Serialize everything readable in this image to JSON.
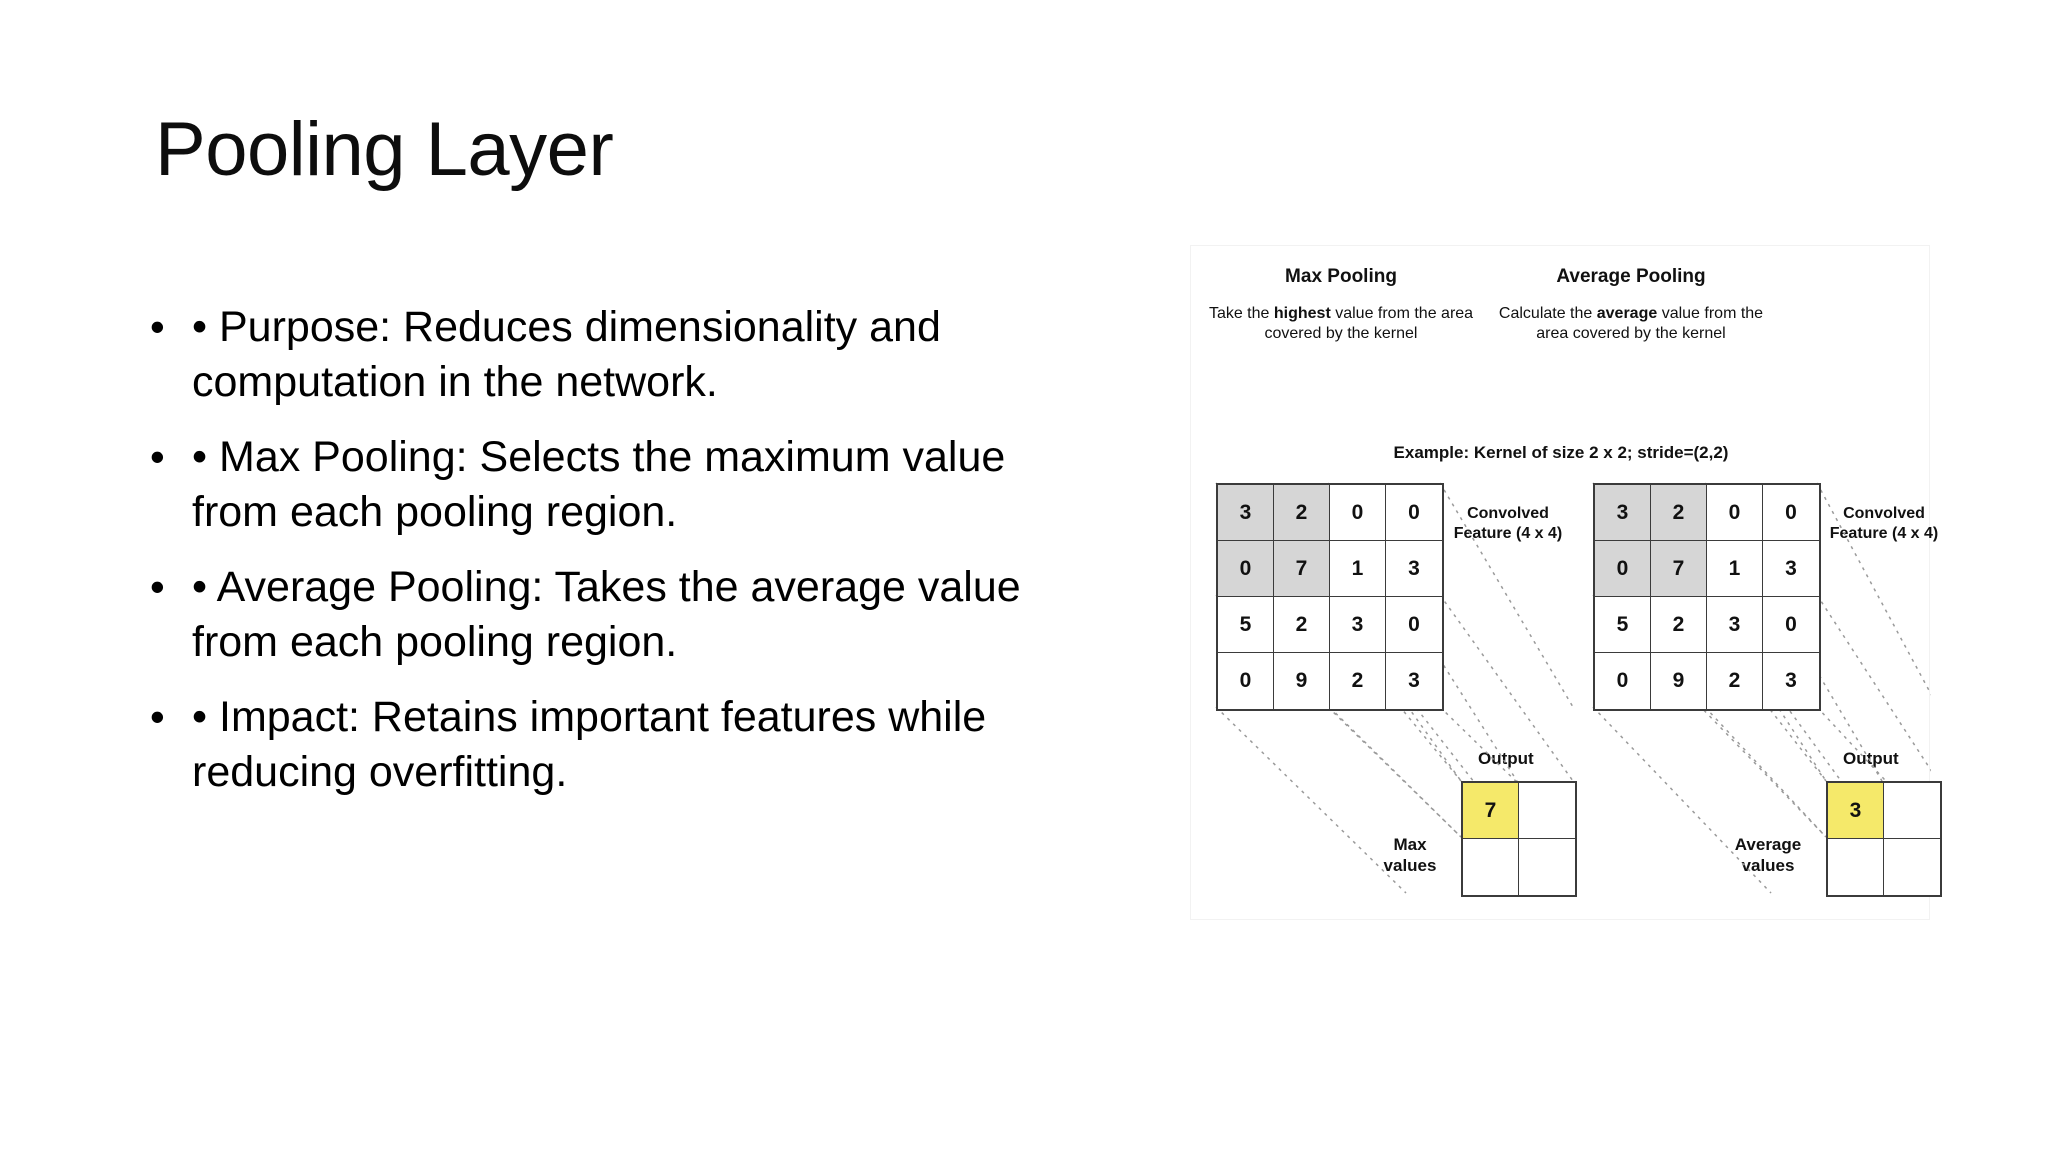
{
  "slide": {
    "title": "Pooling Layer",
    "bullet_marker": "•",
    "bullets": [
      "• Purpose: Reduces dimensionality and computation in the network.",
      "• Max Pooling: Selects the maximum value from each pooling region.",
      "• Average Pooling: Takes the average value from each pooling region.",
      "• Impact: Retains important features while reducing overfitting."
    ]
  },
  "figure": {
    "example_line": "Example:  Kernel of size 2 x 2;  stride=(2,2)",
    "colors": {
      "highlight": "#f5e96a",
      "shaded": "#d6d6d6",
      "border": "#3b3b3b"
    },
    "columns": [
      {
        "title": "Max Pooling",
        "desc_before": "Take the ",
        "desc_bold": "highest",
        "desc_after": " value from the area covered by the kernel",
        "conv_label": "Convolved Feature (4 x 4)",
        "output_label": "Output",
        "values_label": "Max values",
        "output_value": "7"
      },
      {
        "title": "Average Pooling",
        "desc_before": "Calculate the ",
        "desc_bold": "average",
        "desc_after": " value from the area covered by the kernel",
        "conv_label": "Convolved Feature (4 x 4)",
        "output_label": "Output",
        "values_label": "Average values",
        "output_value": "3"
      }
    ],
    "matrix": [
      [
        3,
        2,
        0,
        0
      ],
      [
        0,
        7,
        1,
        3
      ],
      [
        5,
        2,
        3,
        0
      ],
      [
        0,
        9,
        2,
        3
      ]
    ],
    "shaded_region": [
      [
        0,
        0
      ],
      [
        0,
        1
      ],
      [
        1,
        0
      ],
      [
        1,
        1
      ]
    ],
    "output_grid": [
      [
        "7",
        ""
      ],
      [
        "",
        ""
      ]
    ],
    "output_grid_avg": [
      [
        "3",
        ""
      ],
      [
        "",
        ""
      ]
    ],
    "highlight_cell": [
      0,
      0
    ]
  }
}
